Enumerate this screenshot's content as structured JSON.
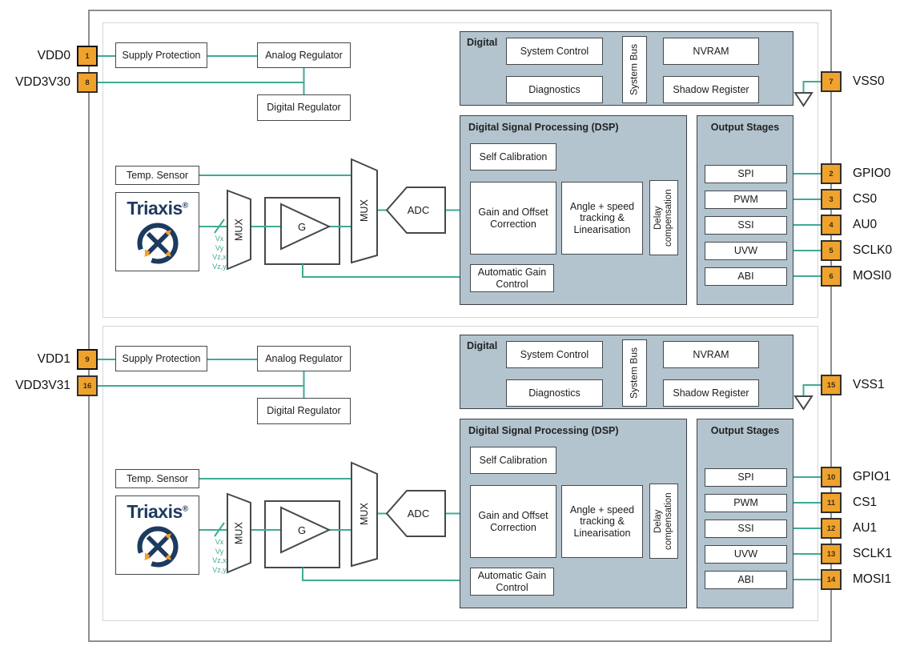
{
  "colors": {
    "accent_teal": "#3faa95",
    "pin_orange": "#efa32d",
    "block_gray": "#b3c4ce",
    "logo_navy": "#1d3a5f"
  },
  "dies": [
    {
      "regulators": {
        "supply_protection": "Supply Protection",
        "analog_regulator": "Analog Regulator",
        "digital_regulator": "Digital Regulator"
      },
      "front_end": {
        "temp_sensor": "Temp. Sensor",
        "triaxis": "Triaxis",
        "reg_mark": "®",
        "mux1": "MUX",
        "gain": "G",
        "mux2": "MUX",
        "adc": "ADC",
        "signals": [
          "Vx",
          "Vy",
          "Vz,x",
          "Vz,y"
        ]
      },
      "digital": {
        "title": "Digital",
        "system_control": "System Control",
        "diagnostics": "Diagnostics",
        "system_bus": "System Bus",
        "nvram": "NVRAM",
        "shadow_register": "Shadow Register"
      },
      "dsp": {
        "title": "Digital Signal Processing (DSP)",
        "self_calibration": "Self Calibration",
        "gain_offset": "Gain and Offset Correction",
        "angle_speed": "Angle + speed tracking & Linearisation",
        "delay_compensation": "Delay compensation",
        "agc": "Automatic Gain Control"
      },
      "output_stages": {
        "title": "Output Stages",
        "items": [
          "SPI",
          "PWM",
          "SSI",
          "UVW",
          "ABI"
        ]
      },
      "pins": {
        "left": [
          {
            "number": "1",
            "name": "VDD0"
          },
          {
            "number": "8",
            "name": "VDD3V30"
          }
        ],
        "vss": {
          "number": "7",
          "name": "VSS0"
        },
        "right": [
          {
            "number": "2",
            "name": "GPIO0"
          },
          {
            "number": "3",
            "name": "CS0"
          },
          {
            "number": "4",
            "name": "AU0"
          },
          {
            "number": "5",
            "name": "SCLK0"
          },
          {
            "number": "6",
            "name": "MOSI0"
          }
        ]
      }
    },
    {
      "regulators": {
        "supply_protection": "Supply Protection",
        "analog_regulator": "Analog Regulator",
        "digital_regulator": "Digital Regulator"
      },
      "front_end": {
        "temp_sensor": "Temp. Sensor",
        "triaxis": "Triaxis",
        "reg_mark": "®",
        "mux1": "MUX",
        "gain": "G",
        "mux2": "MUX",
        "adc": "ADC",
        "signals": [
          "Vx",
          "Vy",
          "Vz,x",
          "Vz,y"
        ]
      },
      "digital": {
        "title": "Digital",
        "system_control": "System Control",
        "diagnostics": "Diagnostics",
        "system_bus": "System Bus",
        "nvram": "NVRAM",
        "shadow_register": "Shadow Register"
      },
      "dsp": {
        "title": "Digital Signal Processing (DSP)",
        "self_calibration": "Self Calibration",
        "gain_offset": "Gain and Offset Correction",
        "angle_speed": "Angle + speed tracking & Linearisation",
        "delay_compensation": "Delay compensation",
        "agc": "Automatic Gain Control"
      },
      "output_stages": {
        "title": "Output Stages",
        "items": [
          "SPI",
          "PWM",
          "SSI",
          "UVW",
          "ABI"
        ]
      },
      "pins": {
        "left": [
          {
            "number": "9",
            "name": "VDD1"
          },
          {
            "number": "16",
            "name": "VDD3V31"
          }
        ],
        "vss": {
          "number": "15",
          "name": "VSS1"
        },
        "right": [
          {
            "number": "10",
            "name": "GPIO1"
          },
          {
            "number": "11",
            "name": "CS1"
          },
          {
            "number": "12",
            "name": "AU1"
          },
          {
            "number": "13",
            "name": "SCLK1"
          },
          {
            "number": "14",
            "name": "MOSI1"
          }
        ]
      }
    }
  ]
}
